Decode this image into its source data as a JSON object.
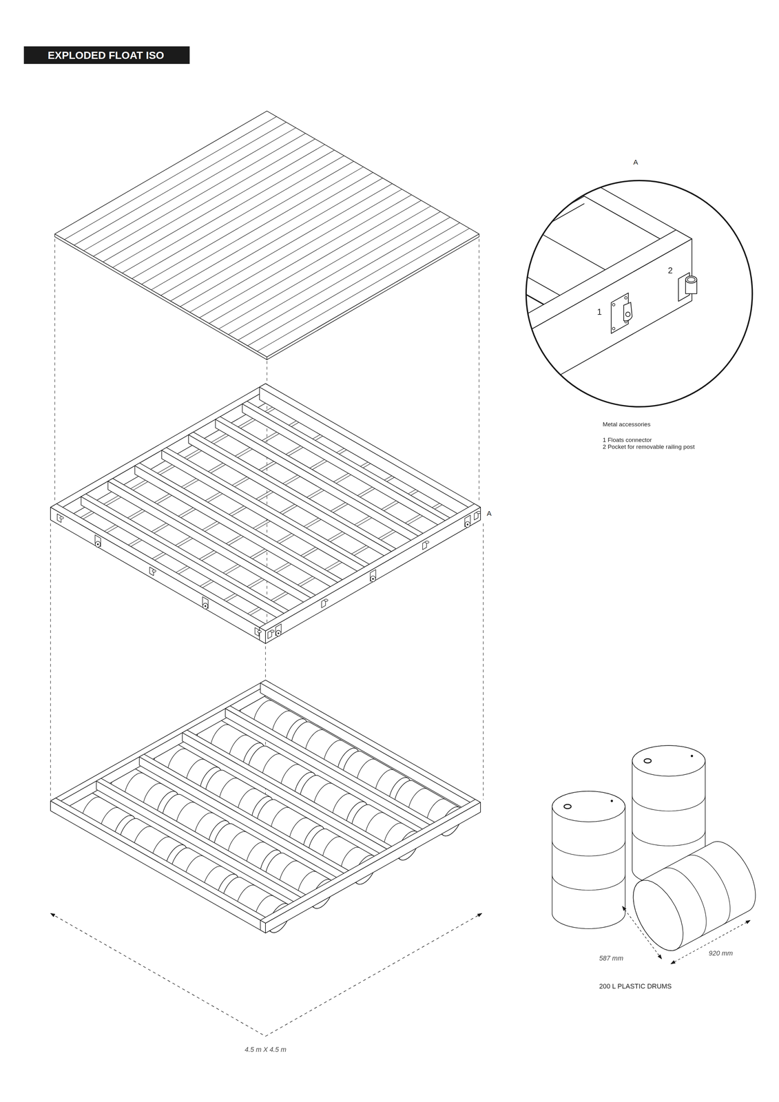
{
  "diagram": {
    "title": "EXPLODED FLOAT ISO",
    "labels": [
      "A",
      "2",
      "1",
      "Metal accessories",
      "1 Floats connector",
      "2 Pocket for removable railing post",
      "A",
      "587 mm",
      "920 mm",
      "200 L PLASTIC DRUMS",
      "4.5 m X 4.5 m"
    ]
  }
}
